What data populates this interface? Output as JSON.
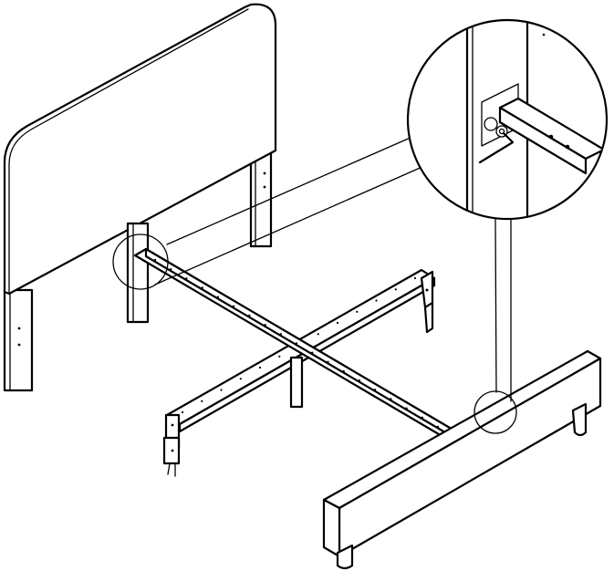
{
  "diagram": {
    "parts": [
      "headboard",
      "left-headboard-leg",
      "right-headboard-leg",
      "center-support-rail",
      "side-rail",
      "center-leg",
      "footboard",
      "footboard-leg",
      "detail-callout",
      "hex-key"
    ],
    "colors": {
      "line": "#000000",
      "fill": "#ffffff"
    }
  }
}
